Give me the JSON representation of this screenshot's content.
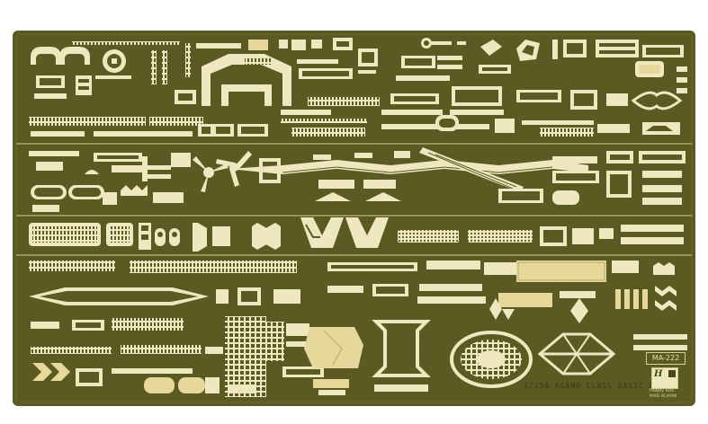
{
  "fret": {
    "title": "1/350 AGANO CLASS BASIC D",
    "product_code": "MA-222",
    "brand_name": "Hobby Kits",
    "brand_sub": "MADE IN JAPAN",
    "colors": {
      "sheet": "#5b5a23",
      "sheet_dark": "#464518",
      "part": "#eee7bf",
      "part_edge": "#fbf7e2",
      "tinted_part": "#e6d79a"
    }
  }
}
